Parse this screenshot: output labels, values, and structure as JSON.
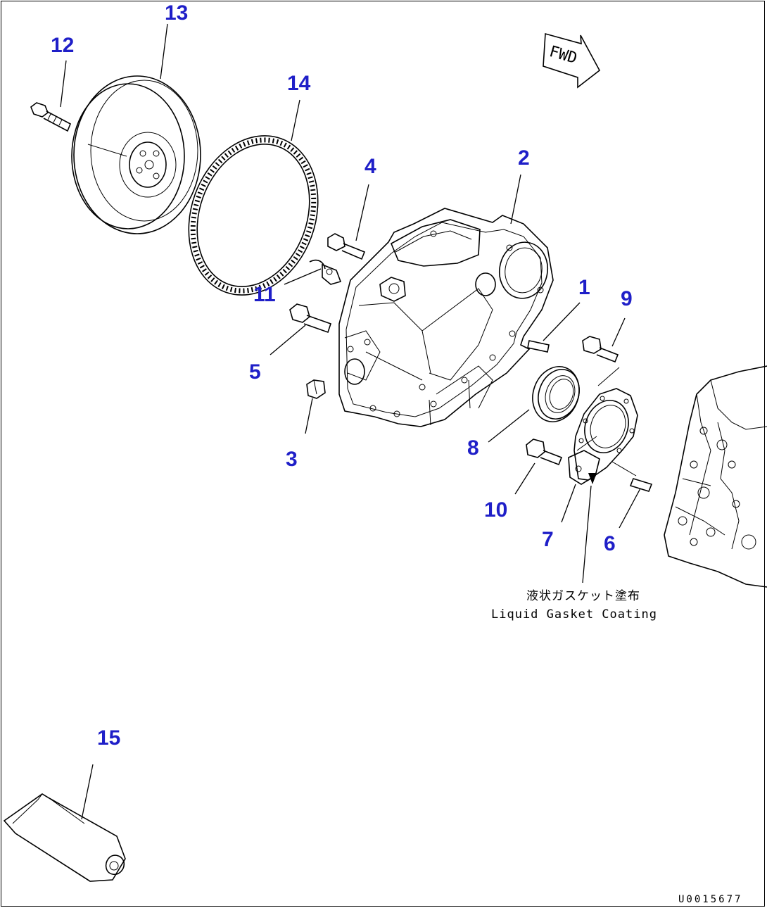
{
  "callouts": {
    "c1": "1",
    "c2": "2",
    "c3": "3",
    "c4": "4",
    "c5": "5",
    "c6": "6",
    "c7": "7",
    "c8": "8",
    "c9": "9",
    "c10": "10",
    "c11": "11",
    "c12": "12",
    "c13": "13",
    "c14": "14",
    "c15": "15"
  },
  "note": {
    "japanese": "液状ガスケット塗布",
    "english": "Liquid Gasket Coating"
  },
  "fwd_label": "FWD",
  "drawing_code": "U0015677"
}
